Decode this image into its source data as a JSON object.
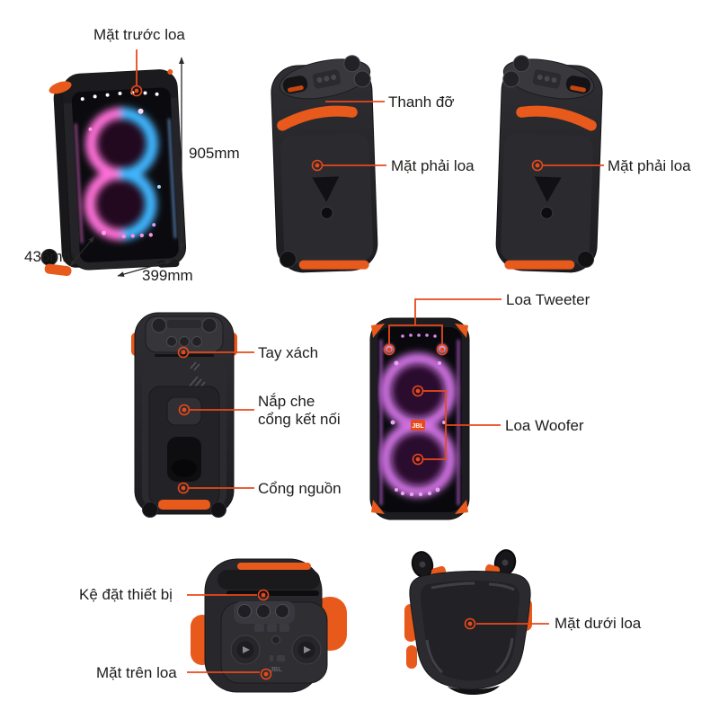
{
  "colors": {
    "background": "#ffffff",
    "callout_orange": "#e8491b",
    "accent_orange": "#e8591c",
    "label_text": "#1d1d1b",
    "speaker_body": "#232327",
    "glow_pink": "#ff6fd8",
    "glow_blue": "#41b6ff",
    "glow_purple": "#cd6fe0"
  },
  "labels": {
    "front_face": "Mặt trước loa",
    "support_bar": "Thanh đỡ",
    "right_face_side1": "Mặt phải loa",
    "right_face_side2": "Mặt phải loa",
    "carry_handle": "Tay xách",
    "port_cover_line1": "Nắp che",
    "port_cover_line2": "cổng kết nối",
    "power_port": "Cổng nguồn",
    "tweeter": "Loa Tweeter",
    "woofer": "Loa Woofer",
    "device_shelf": "Kệ đặt thiết bị",
    "top_face": "Mặt trên loa",
    "bottom_face": "Mặt dưới loa"
  },
  "dimensions": {
    "height": "905mm",
    "depth": "436mm",
    "width": "399mm"
  },
  "logo": "JBL"
}
